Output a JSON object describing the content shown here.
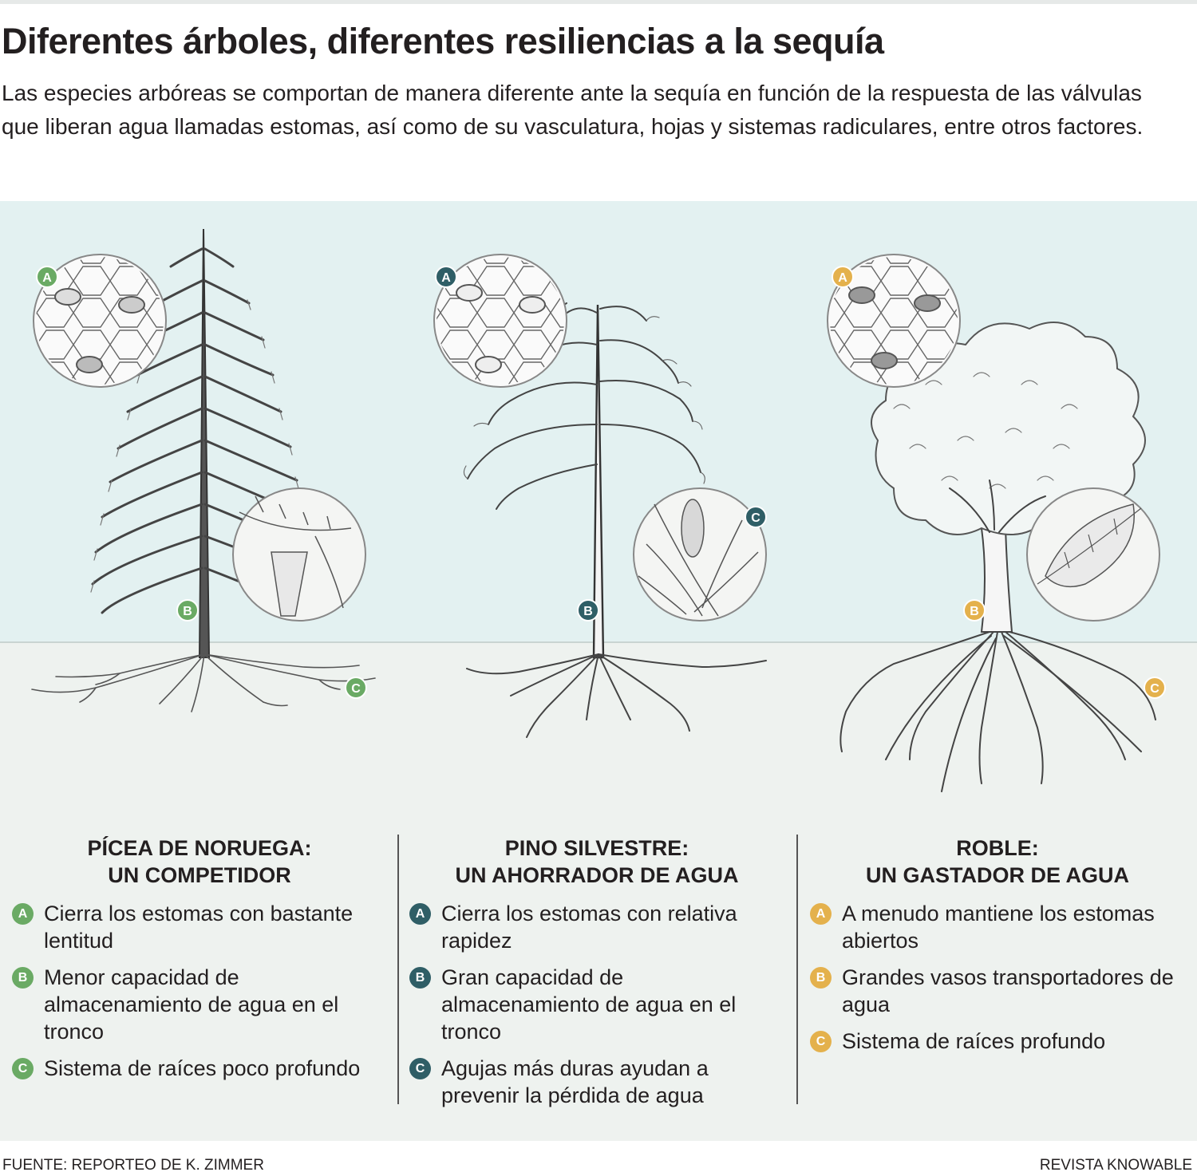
{
  "title": "Diferentes árboles, diferentes resiliencias a la sequía",
  "subtitle": "Las especies arbóreas se comportan de manera diferente ante la sequía en función de la respuesta de las válvulas que liberan agua llamadas estomas, así como de su vasculatura, hojas y sistemas radiculares, entre otros factores.",
  "colors": {
    "spruce": "#6aaa64",
    "pine": "#2f5e66",
    "oak": "#e4b14c"
  },
  "markers": {
    "a": "A",
    "b": "B",
    "c": "C"
  },
  "columns": [
    {
      "title_line1": "PÍCEA DE NORUEGA:",
      "title_line2": "UN COMPETIDOR",
      "items": [
        {
          "marker": "A",
          "text": "Cierra los estomas con bastante lentitud"
        },
        {
          "marker": "B",
          "text": "Menor capacidad de almacenamiento de agua en el tronco"
        },
        {
          "marker": "C",
          "text": "Sistema de raíces poco profundo"
        }
      ]
    },
    {
      "title_line1": "PINO SILVESTRE:",
      "title_line2": "UN AHORRADOR DE AGUA",
      "items": [
        {
          "marker": "A",
          "text": "Cierra los estomas con relativa rapidez"
        },
        {
          "marker": "B",
          "text": "Gran capacidad de almacenamiento de agua en el tronco"
        },
        {
          "marker": "C",
          "text": "Agujas más duras ayudan a prevenir la pérdida de agua"
        }
      ]
    },
    {
      "title_line1": "ROBLE:",
      "title_line2": "UN GASTADOR DE AGUA",
      "items": [
        {
          "marker": "A",
          "text": "A menudo mantiene los estomas abiertos"
        },
        {
          "marker": "B",
          "text": "Grandes vasos transportadores de agua"
        },
        {
          "marker": "C",
          "text": "Sistema de raíces  profundo"
        }
      ]
    }
  ],
  "footer": {
    "source": "FUENTE: REPORTEO DE K. ZIMMER",
    "credit": "REVISTA KNOWABLE"
  }
}
